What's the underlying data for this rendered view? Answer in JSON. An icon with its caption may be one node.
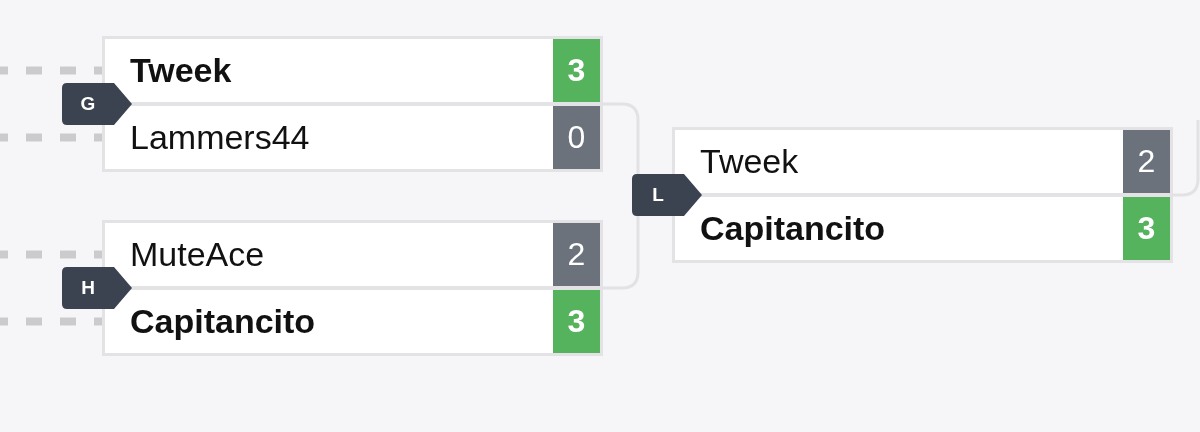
{
  "diagram": {
    "nodes": [
      {
        "text": [],
        "shape": "box"
      },
      {
        "text": [
          "G"
        ]
      },
      {
        "text": [
          "Tweek",
          "3"
        ],
        "in": 0
      },
      {
        "text": [
          "Lammers44",
          "0"
        ],
        "in": 0
      },
      {
        "text": [],
        "shape": "box"
      },
      {
        "text": [
          "H"
        ]
      },
      {
        "text": [
          "MuteAce",
          "2"
        ],
        "in": 4
      },
      {
        "text": [
          "Capitancito",
          "3"
        ],
        "in": 4
      },
      {
        "text": [],
        "shape": "box"
      },
      {
        "text": [
          "L"
        ]
      },
      {
        "text": [
          "Tweek",
          "2"
        ],
        "in": 8
      },
      {
        "text": [
          "Capitancito",
          "3"
        ],
        "in": 8
      }
    ],
    "edges": [
      {
        "from": null,
        "to": 2,
        "arrow": "none",
        "style": "dashed"
      },
      {
        "from": null,
        "to": 3,
        "arrow": "none",
        "style": "dashed"
      },
      {
        "from": null,
        "to": 6,
        "arrow": "none",
        "style": "dashed"
      },
      {
        "from": null,
        "to": 7,
        "arrow": "none",
        "style": "dashed"
      },
      {
        "from": 0,
        "to": 9,
        "arrow": "none",
        "color": "#e2e2e5"
      },
      {
        "from": 4,
        "to": 9,
        "arrow": "none",
        "color": "#e2e2e5"
      },
      {
        "from": 8,
        "to": null,
        "arrow": "none",
        "color": "#e2e2e5"
      }
    ]
  }
}
